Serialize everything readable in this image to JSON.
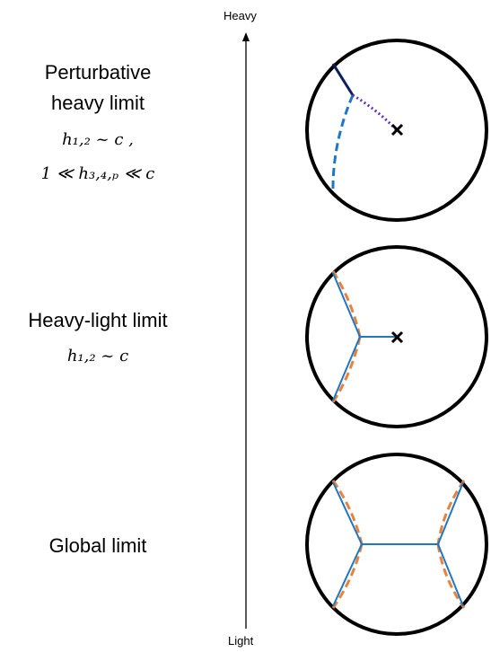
{
  "axis": {
    "top_label": "Heavy",
    "bottom_label": "Light"
  },
  "panels": [
    {
      "title_line1": "Perturbative",
      "title_line2": "heavy limit",
      "math_line1": "h₁,₂ ~ c ,",
      "math_line2": "1 ≪ h₃,₄,ₚ ≪ c"
    },
    {
      "title_line1": "Heavy-light limit",
      "math_line1": "h₁,₂ ~ c"
    },
    {
      "title_line1": "Global limit"
    }
  ],
  "colors": {
    "circle": "#000000",
    "solid_blue": "#1f77c4",
    "dark_navy": "#0d1f5c",
    "dashed_blue": "#1f77c4",
    "dotted_purple": "#5a2fd6",
    "dashed_orange": "#e8823a",
    "marker": "#000000"
  },
  "icons": {
    "defect_marker": "x-mark-icon",
    "axis_arrow": "arrow-up-icon"
  }
}
